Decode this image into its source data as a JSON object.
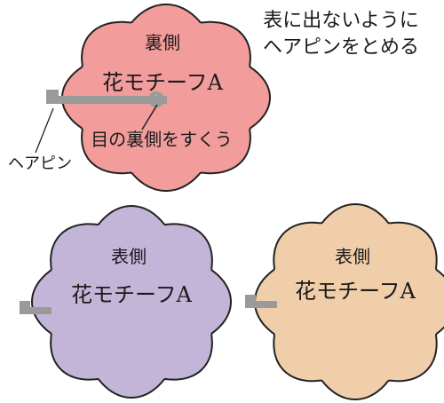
{
  "note": {
    "line1": "表に出ないように",
    "line2": "ヘアピンをとめる"
  },
  "top_flower": {
    "side_label": "裏側",
    "motif_label": "花モチーフA",
    "callout": "目の裏側をすくう",
    "fill": "#f29c9c"
  },
  "hairpin_label": "ヘアピン",
  "bottom_left_flower": {
    "side_label": "表側",
    "motif_label": "花モチーフA",
    "fill": "#c3b5d8"
  },
  "bottom_right_flower": {
    "side_label": "表側",
    "motif_label": "花モチーフA",
    "fill": "#f0ceaa"
  },
  "colors": {
    "outline": "#222222",
    "hairpin": "#9a9a9a"
  }
}
